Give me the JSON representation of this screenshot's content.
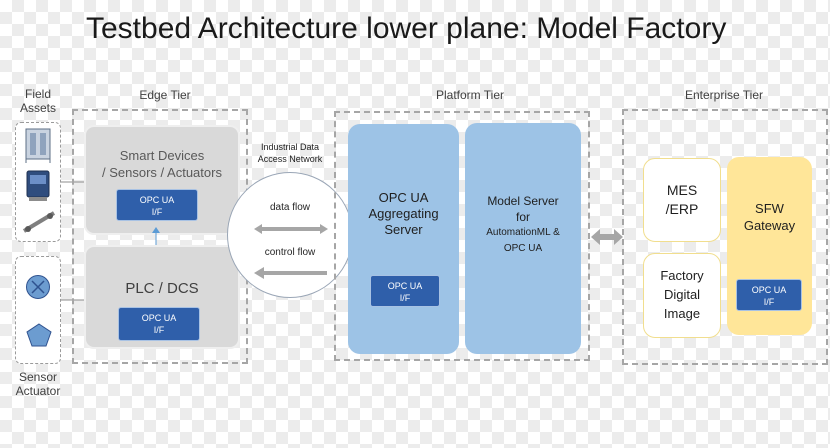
{
  "title": "Testbed Architecture lower plane: Model Factory",
  "field_assets": {
    "label_line1": "Field",
    "label_line2": "Assets",
    "bottom_line1": "Sensor",
    "bottom_line2": "Actuator"
  },
  "edge_tier": {
    "label": "Edge Tier",
    "smart_devices": {
      "line1": "Smart Devices",
      "line2": "/ Sensors / Actuators"
    },
    "plc": "PLC / DCS",
    "smart_tag": {
      "line1": "OPC UA",
      "line2": "I/F"
    },
    "plc_tag": {
      "line1": "OPC UA",
      "line2": "I/F"
    }
  },
  "network": {
    "label_line1": "Industrial Data",
    "label_line2": "Access Network",
    "data_flow": "data flow",
    "control_flow": "control flow"
  },
  "platform_tier": {
    "label": "Platform Tier",
    "aggregating": {
      "line1": "OPC UA",
      "line2": "Aggregating",
      "line3": "Server"
    },
    "agg_tag": {
      "line1": "OPC UA",
      "line2": "I/F"
    },
    "model_server": {
      "line1": "Model Server",
      "line2": "for",
      "line3": "AutomationML &",
      "line4": "OPC UA"
    }
  },
  "enterprise_tier": {
    "label": "Enterprise Tier",
    "mes": {
      "line1": "MES",
      "line2": "/ERP"
    },
    "factory": {
      "line1": "Factory",
      "line2": "Digital",
      "line3": "Image"
    },
    "sfw": {
      "line1": "SFW",
      "line2": "Gateway"
    },
    "sfw_tag": {
      "line1": "OPC UA",
      "line2": "I/F"
    }
  },
  "colors": {
    "opc_tag": "#2f5faa",
    "platform_column": "#9dc3e6",
    "gateway": "#ffe699",
    "gray_box": "#d9d9d9",
    "arrow": "#a6a6a6"
  }
}
